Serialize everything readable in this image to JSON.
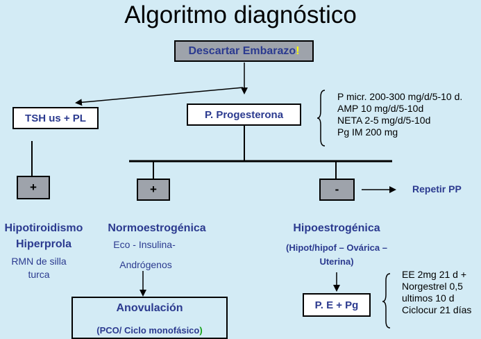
{
  "title": "Algoritmo diagnóstico",
  "top_box": {
    "label": "Descartar Embarazo",
    "accent": "!"
  },
  "left_box": "TSH us + PL",
  "center_box": "P. Progesterona",
  "progesterone_list": [
    "P micr. 200-300 mg/d/5-10 d.",
    "AMP 10 mg/d/5-10d",
    "NETA 2-5 mg/d/5-10d",
    "Pg IM 200 mg"
  ],
  "results": {
    "left": "+",
    "mid": "+",
    "right": "-"
  },
  "repetir": "Repetir PP",
  "hipotiroidismo": {
    "line1": "Hipotiroidismo",
    "line2": "Hiperprola",
    "sub1": "RMN de silla",
    "sub2": "turca"
  },
  "normo": {
    "title": "Normoestrogénica",
    "sub1": "Eco - Insulina-",
    "sub2": "Andrógenos"
  },
  "hipo": {
    "title": "Hipoestrogénica",
    "sub1": "(Hipot/hipof – Ovárica –",
    "sub2": "Uterina)"
  },
  "anovulacion": {
    "title": "Anovulación",
    "sub": "(PCO/ Ciclo monofásico",
    "accent": ")"
  },
  "pe_box": "P. E + Pg",
  "ee_list": [
    "EE 2mg 21 d +",
    "Norgestrel 0,5",
    "ultimos 10 d",
    "Ciclocur 21 días"
  ],
  "colors": {
    "background": "#d3ebf5",
    "navy": "#2b3a8f",
    "grey_box": "#9ea3ab"
  }
}
